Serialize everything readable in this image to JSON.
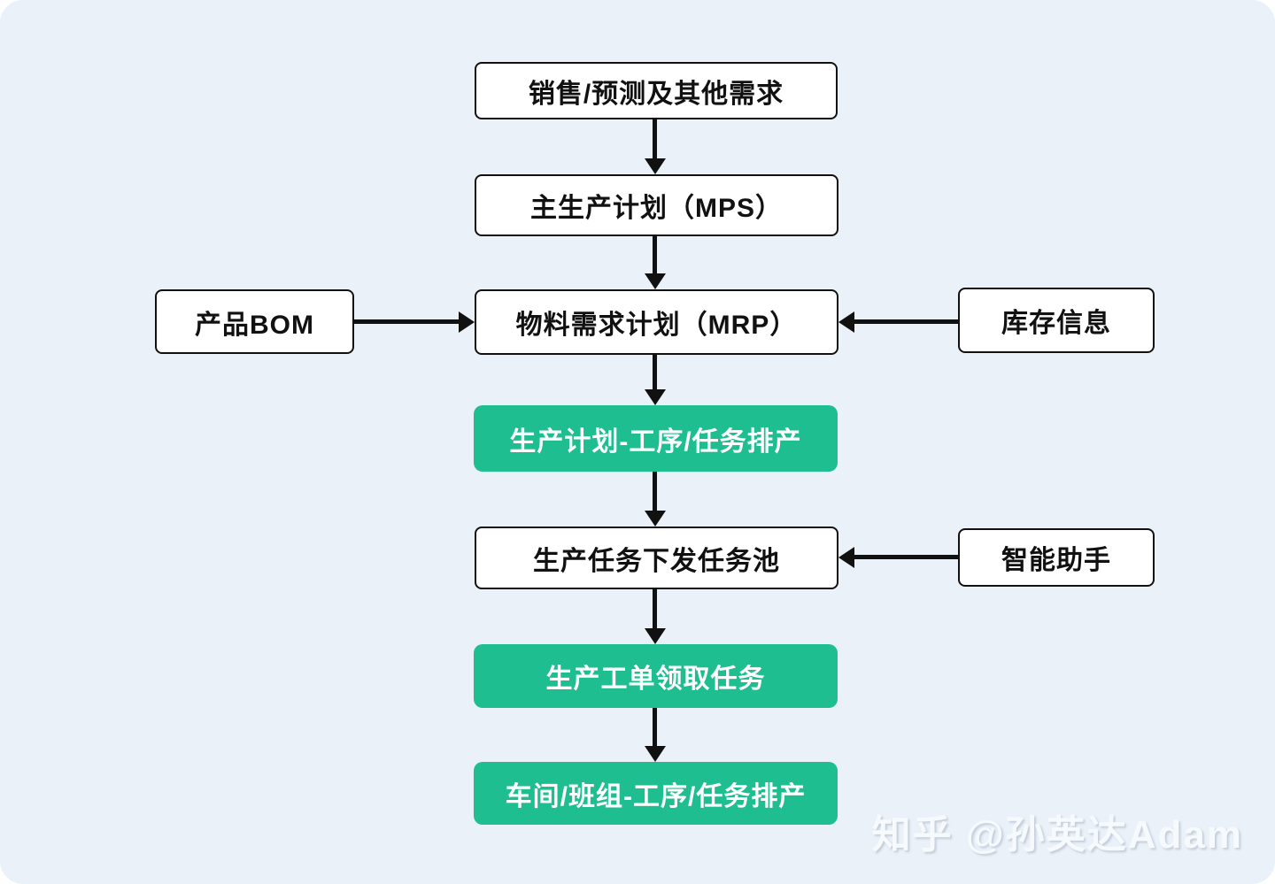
{
  "colors": {
    "background": "#eaf1f9",
    "node_background": "#ffffff",
    "line": "#111111",
    "accent_green": "#1ebe91",
    "text_dark": "#111111",
    "text_light": "#ffffff",
    "watermark": "#f7fafd"
  },
  "nodes": {
    "sales_forecast": {
      "label": "销售/预测及其他需求",
      "style": "white"
    },
    "mps": {
      "label": "主生产计划（MPS）",
      "style": "white"
    },
    "product_bom": {
      "label": "产品BOM",
      "style": "white"
    },
    "mrp": {
      "label": "物料需求计划（MRP）",
      "style": "white"
    },
    "inventory_info": {
      "label": "库存信息",
      "style": "white"
    },
    "plan_scheduling": {
      "label": "生产计划-工序/任务排产",
      "style": "green"
    },
    "task_pool": {
      "label": "生产任务下发任务池",
      "style": "white"
    },
    "smart_assistant": {
      "label": "智能助手",
      "style": "white"
    },
    "work_order": {
      "label": "生产工单领取任务",
      "style": "green"
    },
    "workshop_scheduling": {
      "label": "车间/班组-工序/任务排产",
      "style": "green"
    }
  },
  "edges": [
    {
      "from": "sales_forecast",
      "to": "mps",
      "direction": "down"
    },
    {
      "from": "mps",
      "to": "mrp",
      "direction": "down"
    },
    {
      "from": "product_bom",
      "to": "mrp",
      "direction": "right"
    },
    {
      "from": "inventory_info",
      "to": "mrp",
      "direction": "left"
    },
    {
      "from": "mrp",
      "to": "plan_scheduling",
      "direction": "down"
    },
    {
      "from": "plan_scheduling",
      "to": "task_pool",
      "direction": "down"
    },
    {
      "from": "smart_assistant",
      "to": "task_pool",
      "direction": "left"
    },
    {
      "from": "task_pool",
      "to": "work_order",
      "direction": "down"
    },
    {
      "from": "work_order",
      "to": "workshop_scheduling",
      "direction": "down"
    }
  ],
  "watermark": {
    "text": "知乎 @孙英达Adam"
  }
}
